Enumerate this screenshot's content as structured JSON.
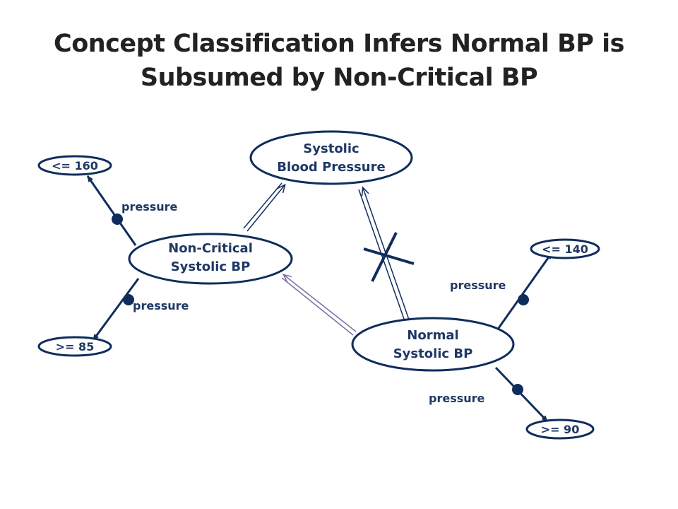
{
  "title": {
    "line1": "Concept Classification Infers Normal BP is",
    "line2": "Subsumed by Non-Critical BP"
  },
  "nodes": {
    "systolic_bp": {
      "line1": "Systolic",
      "line2": "Blood Pressure"
    },
    "non_critical": {
      "line1": "Non-Critical",
      "line2": "Systolic BP"
    },
    "normal": {
      "line1": "Normal",
      "line2": "Systolic BP"
    }
  },
  "values": {
    "nc_upper": "<= 160",
    "nc_lower": ">= 85",
    "normal_upper": "<= 140",
    "normal_lower": ">= 90"
  },
  "edge_labels": {
    "nc_upper_role": "pressure",
    "nc_lower_role": "pressure",
    "normal_upper_role": "pressure",
    "normal_lower_role": "pressure"
  },
  "colors": {
    "stroke": "#0f2d5c",
    "inferred": "#7a73a8",
    "text": "#1f3864"
  }
}
